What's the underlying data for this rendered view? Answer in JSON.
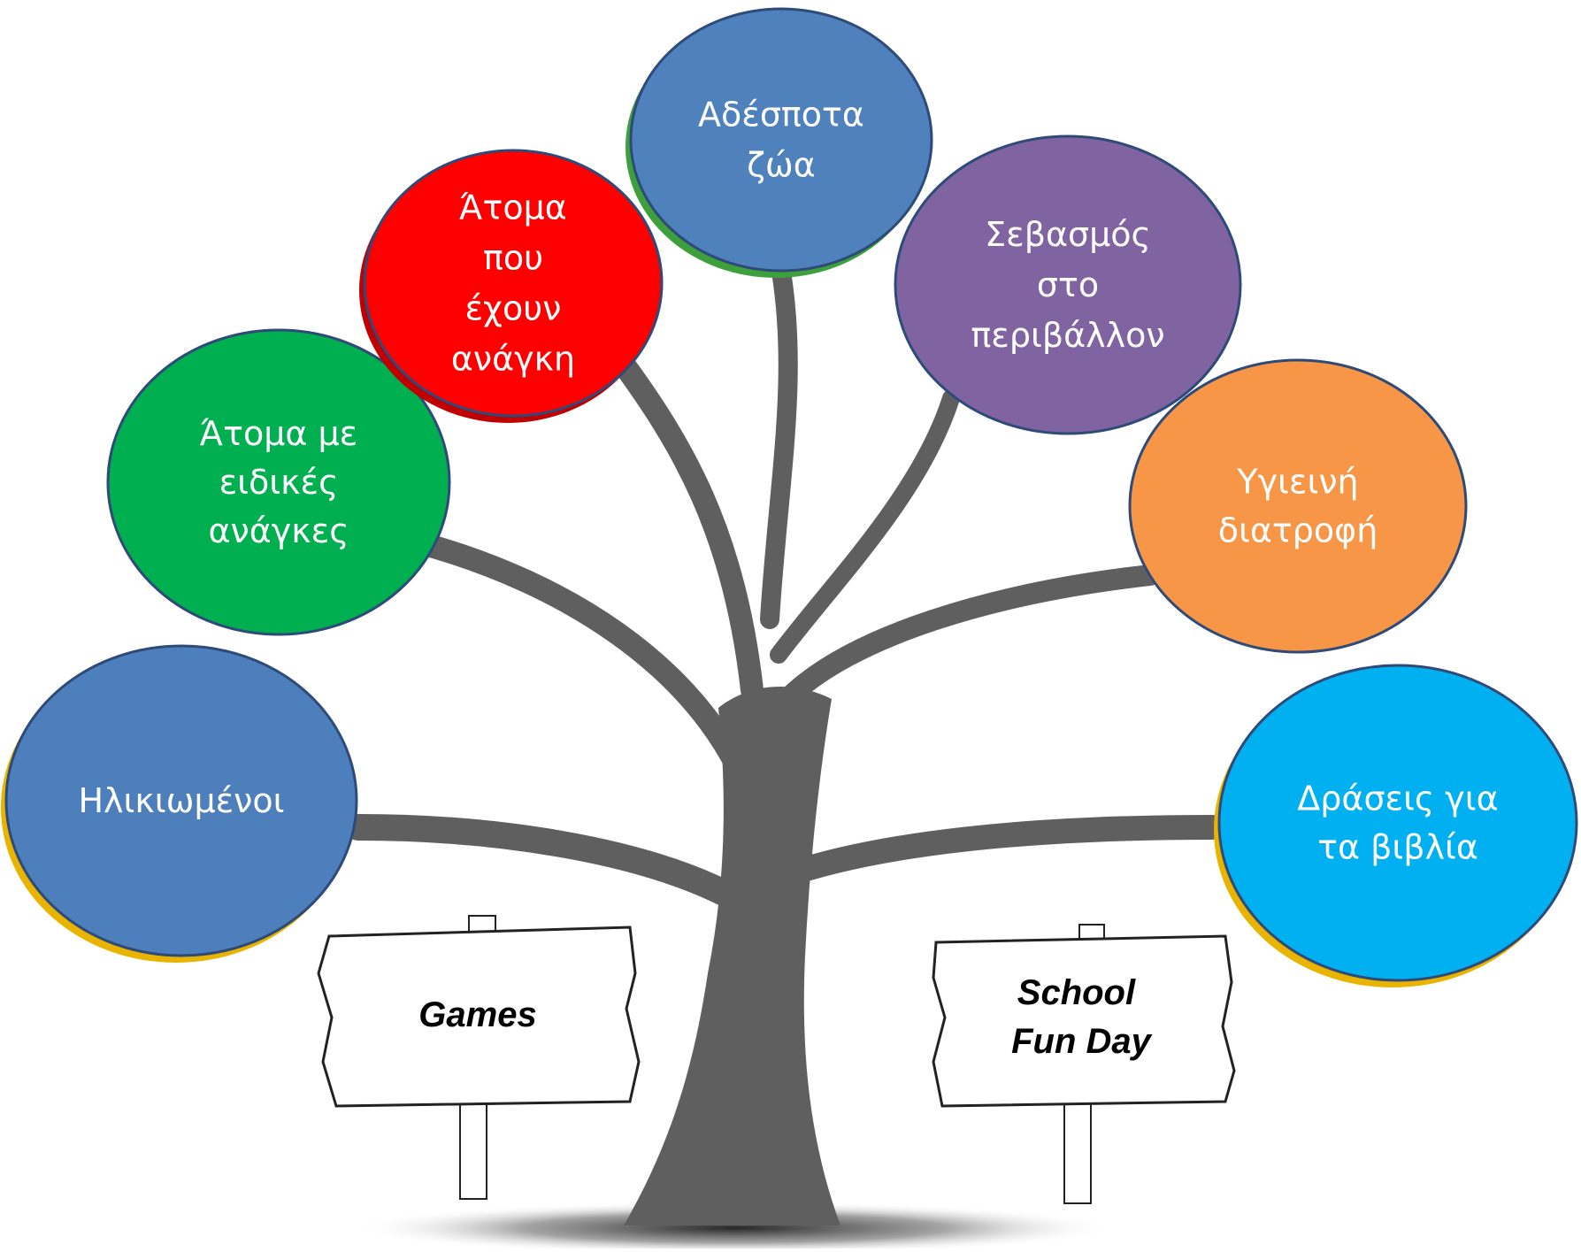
{
  "colors": {
    "trunk": "#5f5f5f",
    "circle_outline": "#2e4a78",
    "accent_rim": "#e8b400"
  },
  "nodes": [
    {
      "id": "ilikiomenoi",
      "lines": [
        "Ηλικιωμένοι"
      ],
      "fill": "#4e7fbd",
      "rim": "#e8b400"
    },
    {
      "id": "eidikes-anagkes",
      "lines": [
        "Άτομα με",
        "ειδικές",
        "ανάγκες"
      ],
      "fill": "#00af4f",
      "rim": null
    },
    {
      "id": "atoma-anagki",
      "lines": [
        "Άτομα",
        "που",
        "έχουν",
        "ανάγκη"
      ],
      "fill": "#ff0000",
      "rim": "#c00000"
    },
    {
      "id": "adespota-zoa",
      "lines": [
        "Αδέσποτα",
        "ζώα"
      ],
      "fill": "#4f81bd",
      "rim": "#3da03d"
    },
    {
      "id": "sevasmos-perivallon",
      "lines": [
        "Σεβασμός",
        "στο",
        "περιβάλλον"
      ],
      "fill": "#8064a2",
      "rim": null
    },
    {
      "id": "ygieini-diatrofi",
      "lines": [
        "Υγιεινή",
        "διατροφή"
      ],
      "fill": "#f79646",
      "rim": null
    },
    {
      "id": "draseis-vivlia",
      "lines": [
        "Δράσεις για",
        "τα βιβλία"
      ],
      "fill": "#00b0f0",
      "rim": "#e8b400"
    }
  ],
  "signs": [
    {
      "id": "games",
      "lines": [
        "Games"
      ]
    },
    {
      "id": "school-fun-day",
      "lines": [
        "School",
        "Fun Day"
      ]
    }
  ]
}
